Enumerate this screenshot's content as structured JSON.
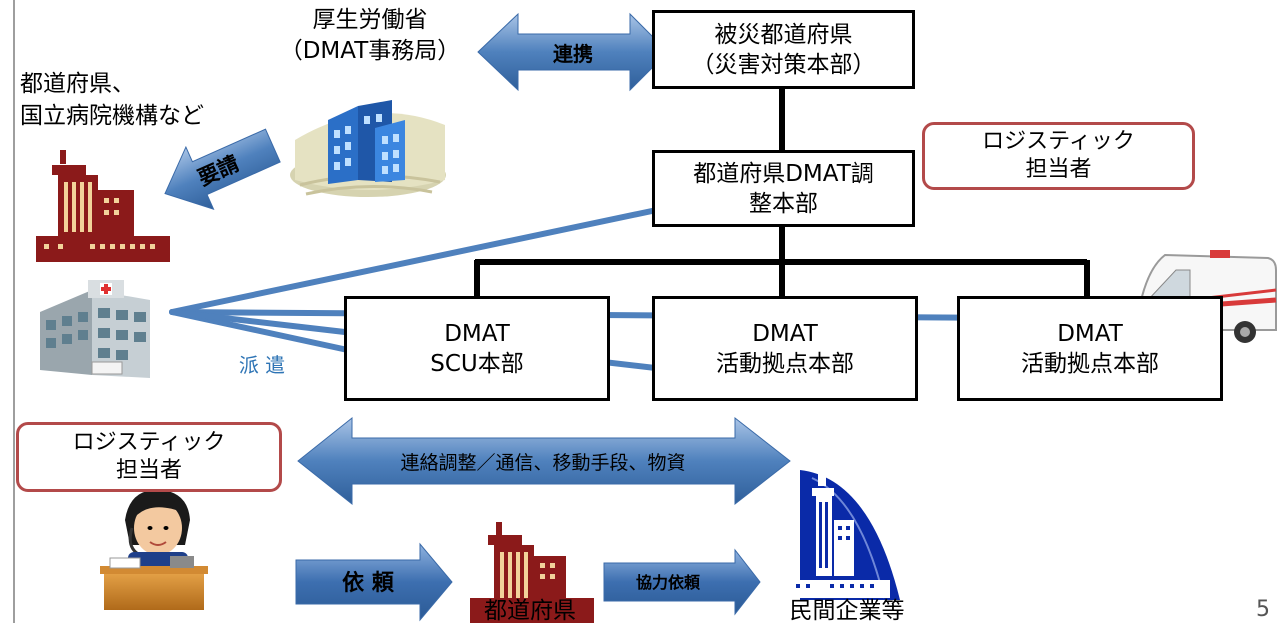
{
  "left_label": {
    "line1": "都道府県、",
    "line2": "国立病院機構など"
  },
  "mhlw": {
    "line1": "厚生労働省",
    "line2": "（DMAT事務局）"
  },
  "affected_pref": {
    "line1": "被災都道府県",
    "line2": "（災害対策本部）"
  },
  "pref_dmat_hq": {
    "line1": "都道府県DMAT調",
    "line2": "整本部"
  },
  "logistics_top": {
    "line1": "ロジスティック",
    "line2": "担当者"
  },
  "logistics_left": {
    "line1": "ロジスティック",
    "line2": "担当者"
  },
  "dmat_scu": {
    "line1": "DMAT",
    "line2": "SCU本部"
  },
  "dmat_base1": {
    "line1": "DMAT",
    "line2": "活動拠点本部"
  },
  "dmat_base2": {
    "line1": "DMAT",
    "line2": "活動拠点本部"
  },
  "arrows": {
    "cooperation": "連携",
    "request": "要請",
    "dispatch": "派 遣",
    "coordination": "連絡調整／通信、移動手段、物資",
    "request_action": "依 頼",
    "cooperation_request": "協力依頼"
  },
  "bottom": {
    "prefecture": "都道府県",
    "private": "民間企業等"
  },
  "page_number": "5",
  "colors": {
    "arrow_blue": "#4f81bd",
    "dispatch_blue": "#2e74b5",
    "building_red": "#8b1a1a",
    "box_border": "#000000",
    "rounded_border": "#b34a4a",
    "sail_blue": "#0a2aa8"
  }
}
